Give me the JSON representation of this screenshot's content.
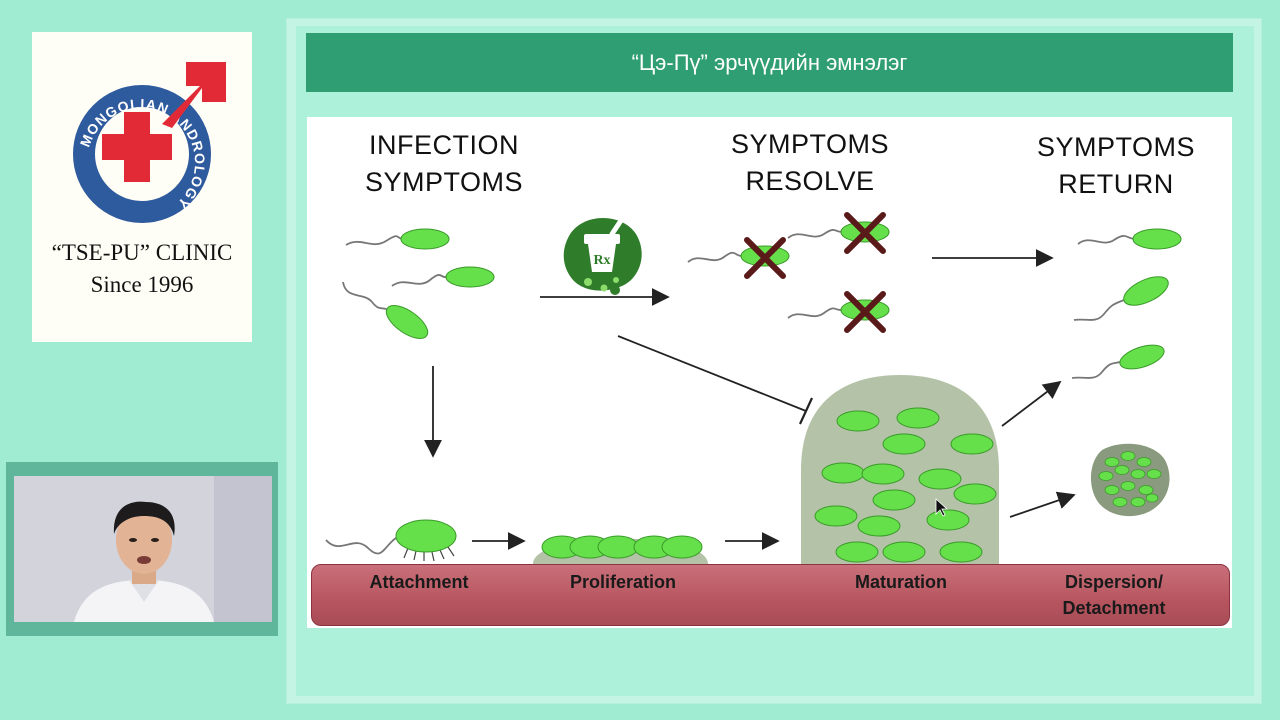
{
  "slide": {
    "title": "“Цэ-Пү” эрчүүдийн эмнэлэг"
  },
  "logo": {
    "ring_text": "MONGOLIAN ANDROLOGY CLINIC",
    "clinic_name": "“TSE-PU” CLINIC",
    "since": "Since 1996",
    "colors": {
      "ring": "#2e5a9e",
      "cross": "#e22a36"
    }
  },
  "diagram": {
    "headings": {
      "infection": [
        "INFECTION",
        "SYMPTOMS"
      ],
      "resolve": [
        "SYMPTOMS",
        "RESOLVE"
      ],
      "return": [
        "SYMPTOMS",
        "RETURN"
      ]
    },
    "stages": {
      "attachment": "Attachment",
      "proliferation": "Proliferation",
      "maturation": "Maturation",
      "dispersion": [
        "Dispersion/",
        "Detachment"
      ]
    },
    "rx_label": "Rx",
    "colors": {
      "bacteria": "#66e04a",
      "biofilm": "#b4c3a7",
      "cross": "#5a1a1a",
      "base_bar": "#b85a63",
      "rx_badge": "#2f7d2a"
    }
  }
}
